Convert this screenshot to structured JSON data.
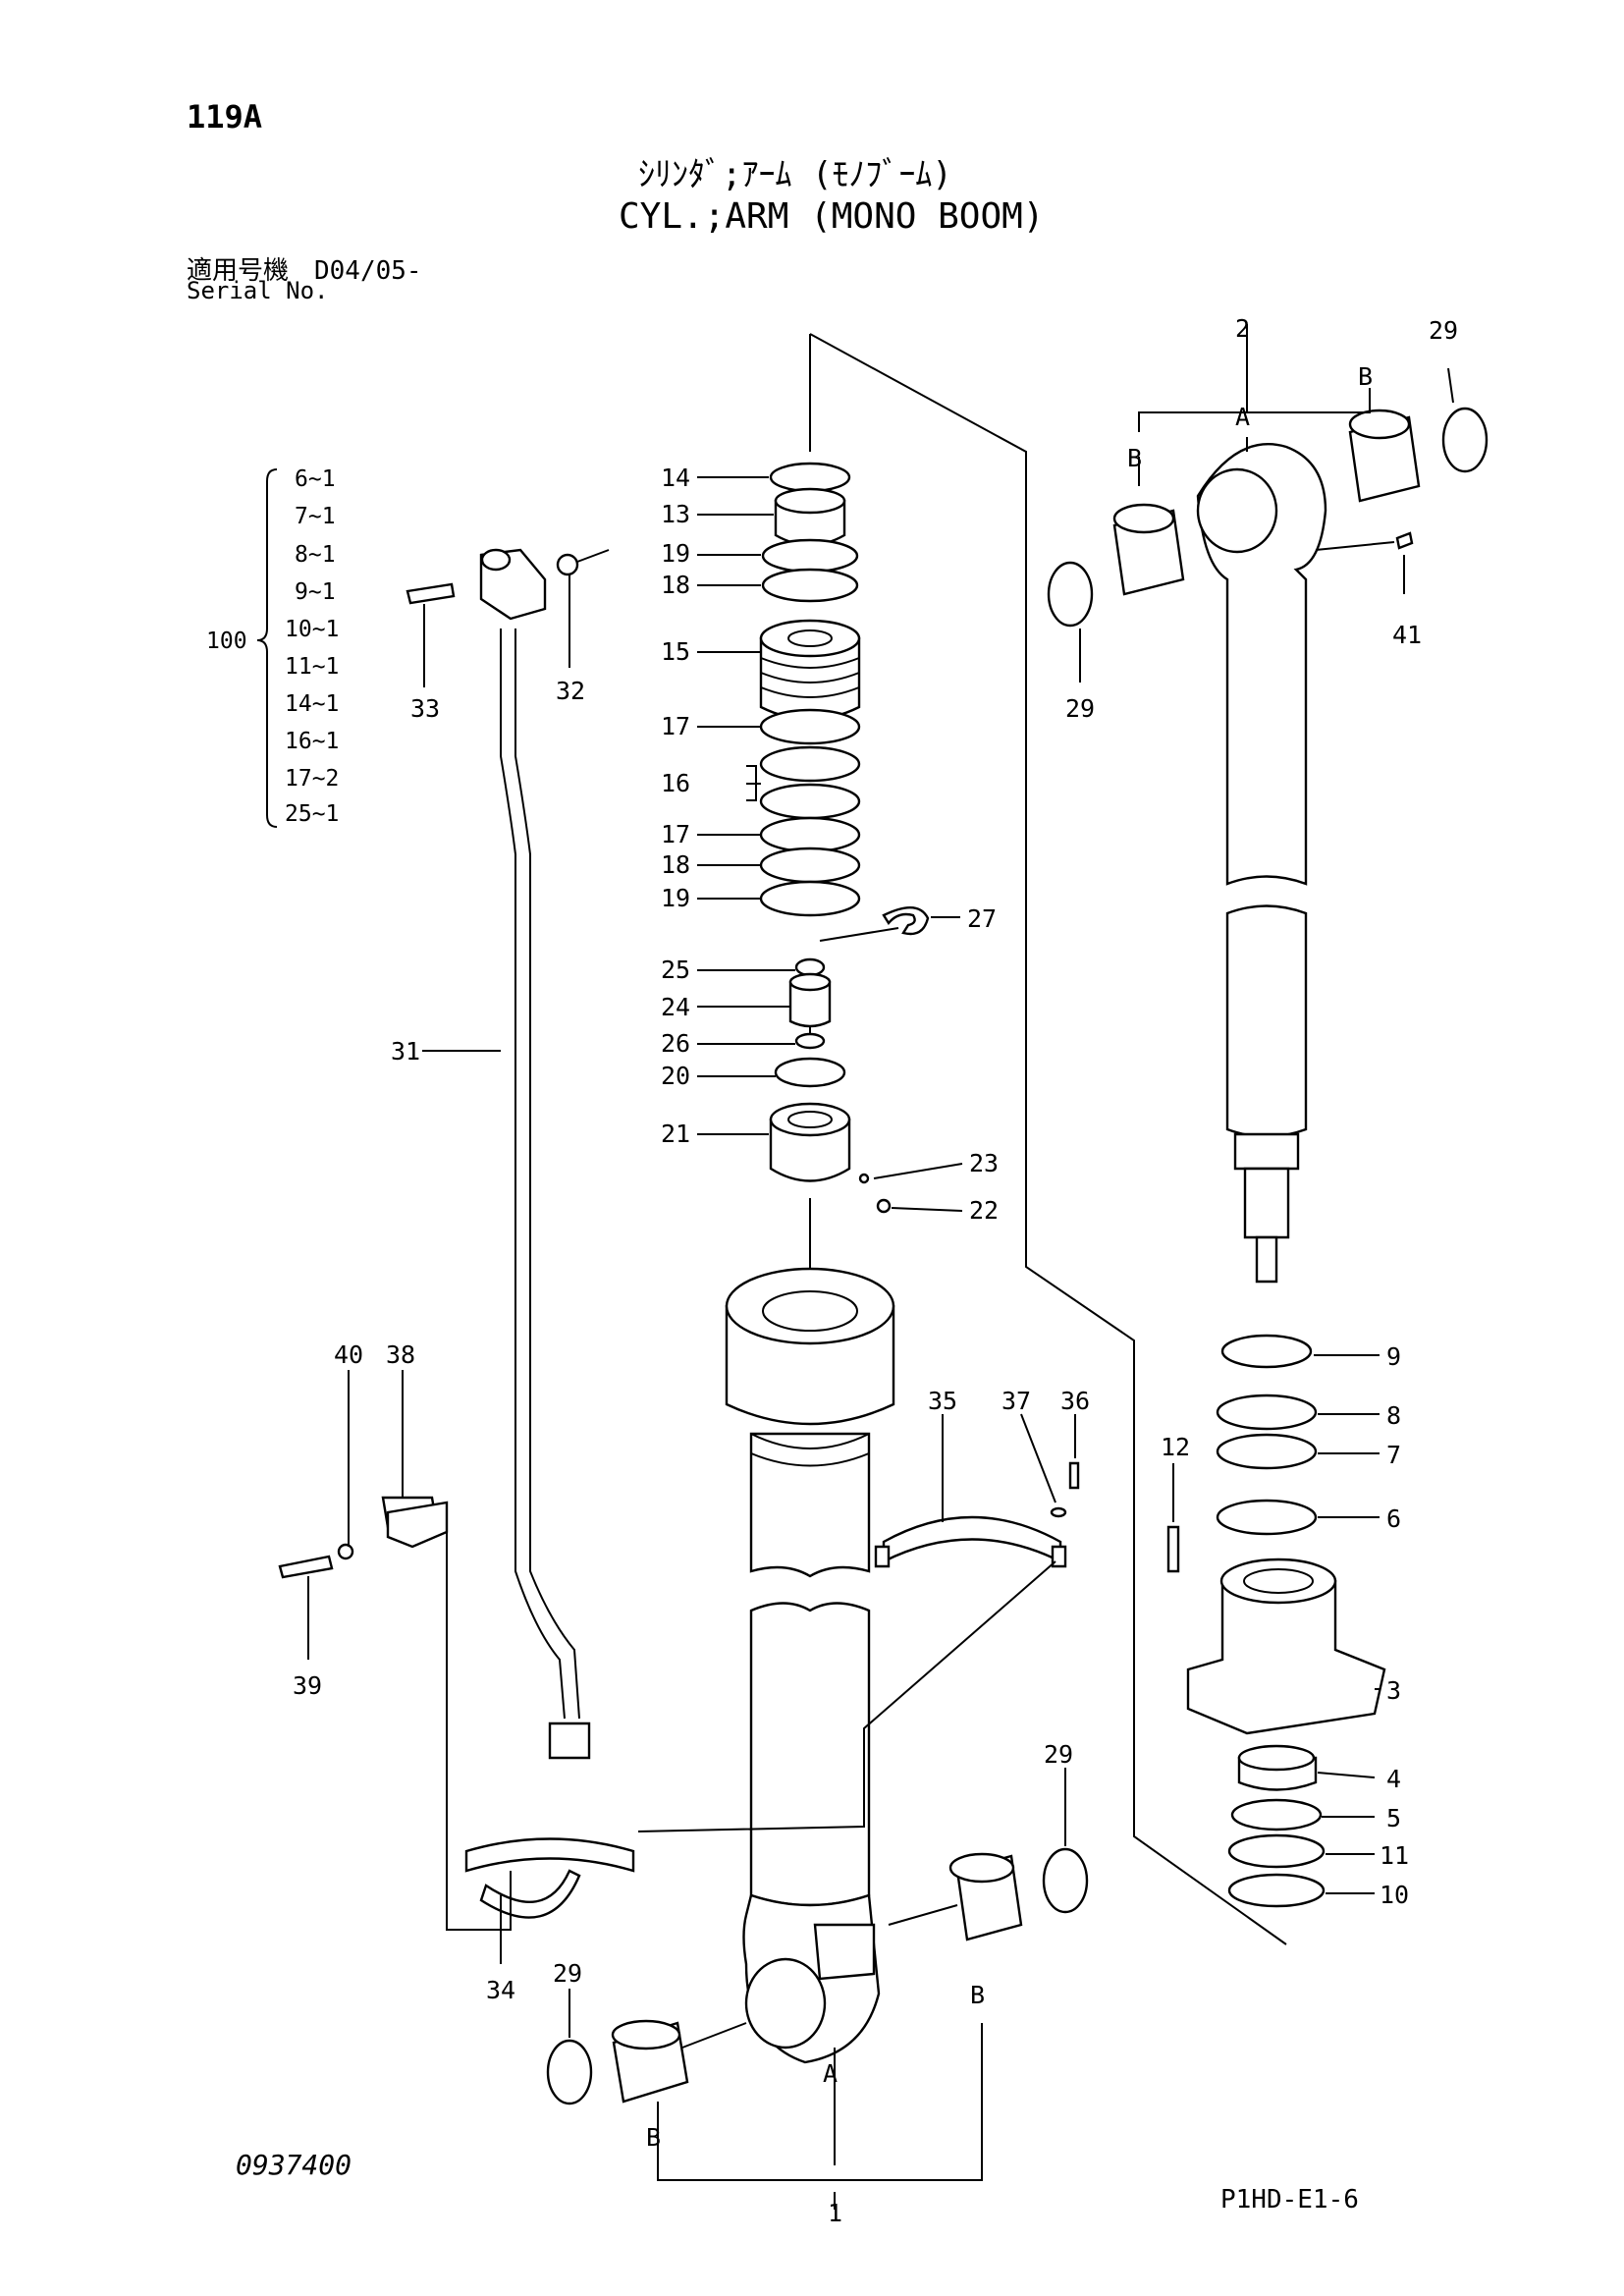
{
  "header": {
    "page_number": "119A",
    "title_jp": "ｼﾘﾝﾀﾞ;ｱｰﾑ (ﾓﾉﾌﾞｰﾑ)",
    "title_en": "CYL.;ARM (MONO BOOM)",
    "serial_jp": "適用号機　D04/05-",
    "serial_en": "Serial No."
  },
  "footer": {
    "doc_code": "0937400",
    "figure_code": "P1HD-E1-6"
  },
  "kit": {
    "label": "100",
    "items": [
      "6~1",
      "7~1",
      "8~1",
      "9~1",
      "10~1",
      "11~1",
      "14~1",
      "16~1",
      "17~2",
      "25~1"
    ]
  },
  "callouts": {
    "c1": "1",
    "c2": "2",
    "c3": "3",
    "c4": "4",
    "c5": "5",
    "c6": "6",
    "c7": "7",
    "c8": "8",
    "c9": "9",
    "c10": "10",
    "c11": "11",
    "c12": "12",
    "c13": "13",
    "c14": "14",
    "c15": "15",
    "c16": "16",
    "c17a": "17",
    "c17b": "17",
    "c18a": "18",
    "c18b": "18",
    "c19a": "19",
    "c19b": "19",
    "c20": "20",
    "c21": "21",
    "c22": "22",
    "c23": "23",
    "c24": "24",
    "c25": "25",
    "c26": "26",
    "c27": "27",
    "c29a": "29",
    "c29b": "29",
    "c29c": "29",
    "c29d": "29",
    "c31": "31",
    "c32": "32",
    "c33": "33",
    "c34": "34",
    "c35": "35",
    "c36": "36",
    "c37": "37",
    "c38": "38",
    "c39": "39",
    "c40": "40",
    "c41": "41"
  },
  "markers": {
    "a_top": "A",
    "b_top_left": "B",
    "b_top_right": "B",
    "a_bottom": "A",
    "b_bottom_left": "B",
    "b_bottom_right": "B"
  }
}
